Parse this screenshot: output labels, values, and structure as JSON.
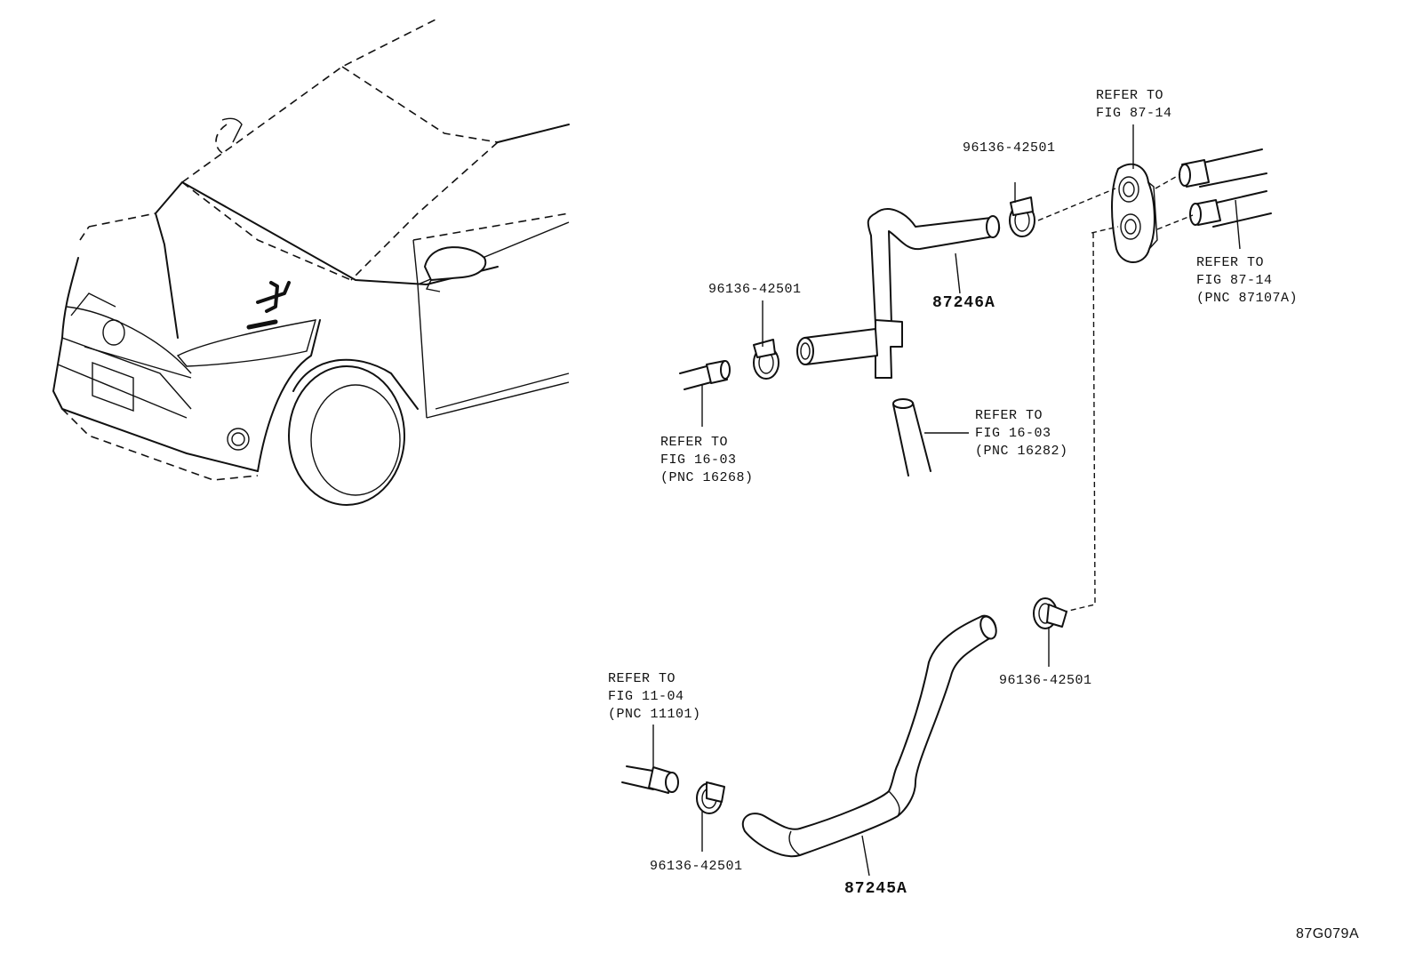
{
  "diagram": {
    "figure_id": "87G079A",
    "parts": {
      "hose_upper": "87246A",
      "hose_lower": "87245A"
    },
    "clamps": {
      "clamp_top": "96136-42501",
      "clamp_left": "96136-42501",
      "clamp_right": "96136-42501",
      "clamp_bottom": "96136-42501"
    },
    "references": {
      "ref_87_14_top": {
        "line1": "REFER TO",
        "line2": "FIG 87-14"
      },
      "ref_87_14_side": {
        "line1": "REFER TO",
        "line2": "FIG 87-14",
        "line3": "(PNC 87107A)"
      },
      "ref_16_03_left": {
        "line1": "REFER TO",
        "line2": "FIG 16-03",
        "line3": "(PNC 16268)"
      },
      "ref_16_03_right": {
        "line1": "REFER TO",
        "line2": "FIG 16-03",
        "line3": "(PNC 16282)"
      },
      "ref_11_04": {
        "line1": "REFER TO",
        "line2": "FIG 11-04",
        "line3": "(PNC 11101)"
      }
    }
  }
}
